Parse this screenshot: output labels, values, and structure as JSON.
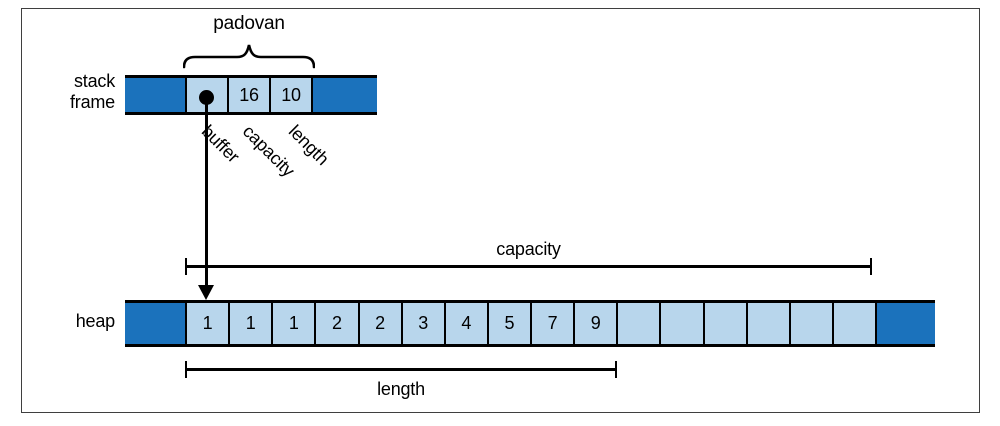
{
  "stack": {
    "label_line1": "stack",
    "label_line2": "frame",
    "variable": "padovan",
    "fields": [
      {
        "name": "buffer",
        "value": ""
      },
      {
        "name": "capacity",
        "value": "16"
      },
      {
        "name": "length",
        "value": "10"
      }
    ]
  },
  "heap": {
    "label": "heap",
    "cells": [
      "1",
      "1",
      "1",
      "2",
      "2",
      "3",
      "4",
      "5",
      "7",
      "9",
      "",
      "",
      "",
      "",
      "",
      ""
    ]
  },
  "measures": {
    "capacity_label": "capacity",
    "length_label": "length"
  },
  "colors": {
    "dark_blue": "#1b72bc",
    "light_blue": "#b8d6ec"
  }
}
